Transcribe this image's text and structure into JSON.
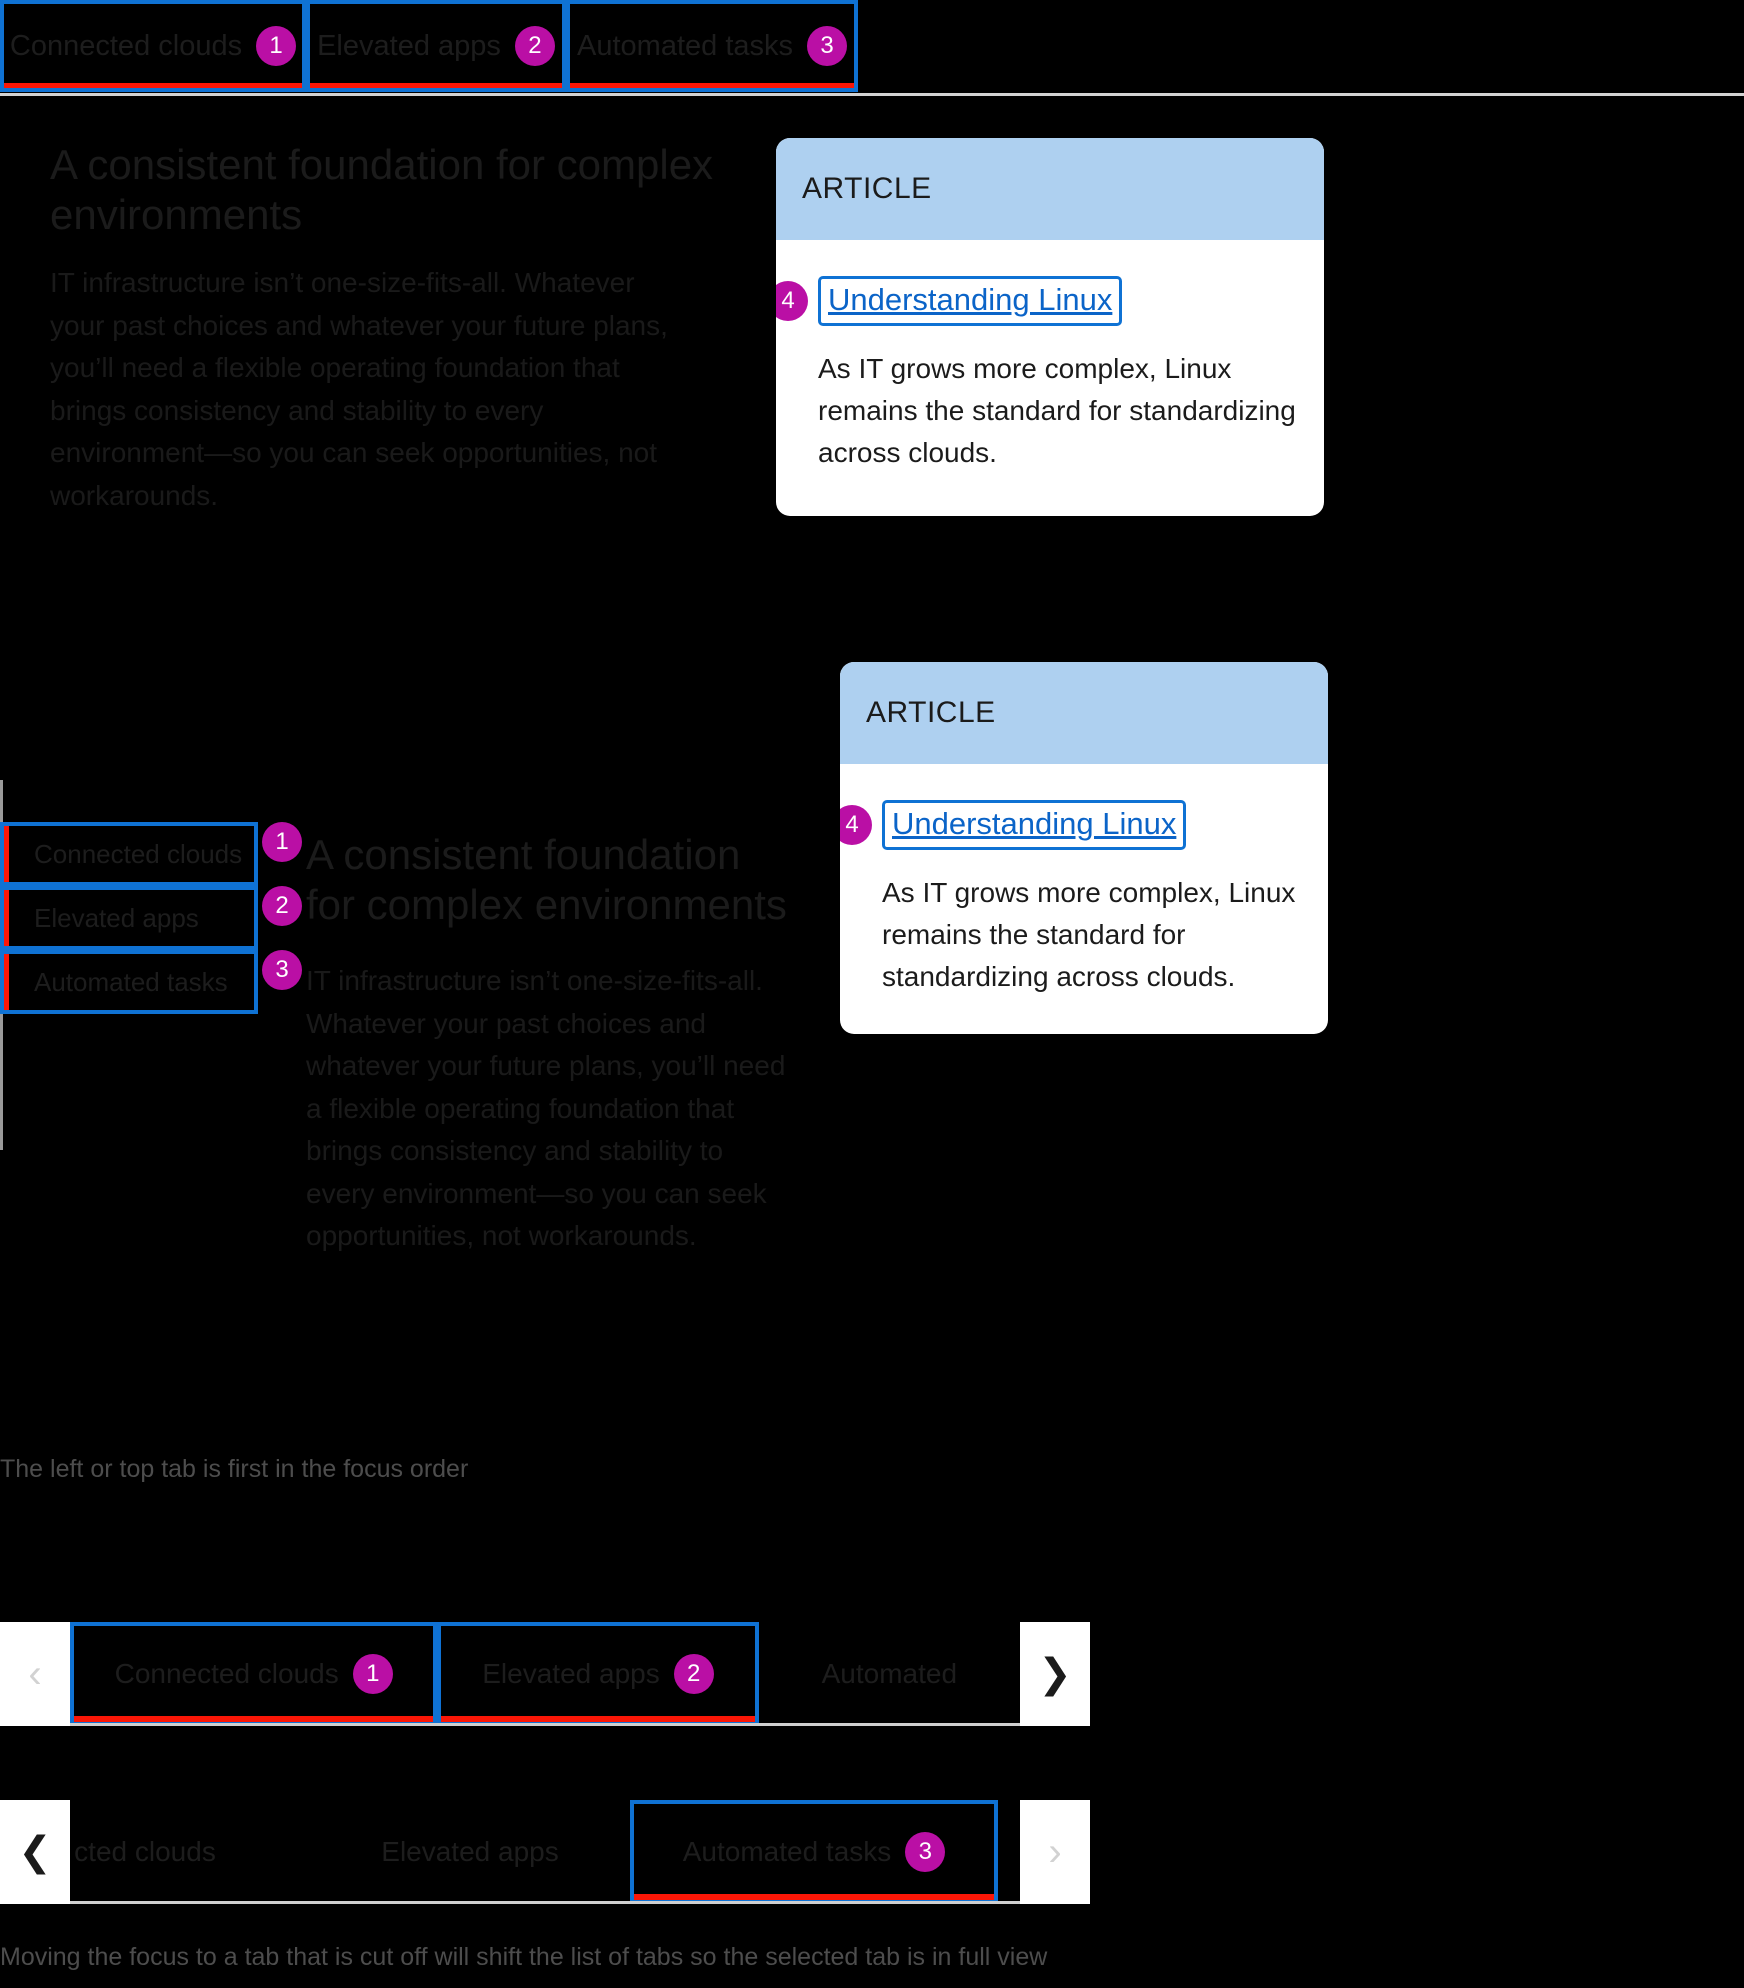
{
  "colors": {
    "background": "#000000",
    "focus_ring": "#0f72d4",
    "active_accent": "#fb1606",
    "badge": "#ba0fa5",
    "card_header": "#aed0f0",
    "card_body": "#ffffff",
    "link": "#0b64c8",
    "divider": "#d2d2d2",
    "caption_text": "#4d4d4d"
  },
  "tabs": {
    "items": [
      {
        "label": "Connected clouds",
        "badge": "1"
      },
      {
        "label": "Elevated apps",
        "badge": "2"
      },
      {
        "label": "Automated tasks",
        "badge": "3"
      }
    ]
  },
  "content": {
    "heading": "A consistent foundation for complex environments",
    "body": "IT infrastructure isn’t one-size-fits-all. Whatever your past choices and whatever your future plans, you’ll need a flexible operating foundation that brings consistency and stability to every environment—so you can seek opportunities, not workarounds."
  },
  "article_card": {
    "eyebrow": "ARTICLE",
    "link_label": "Understanding Linux",
    "link_badge": "4",
    "description": "As IT grows more complex, Linux remains the standard for standardizing across clouds."
  },
  "captions": {
    "focus_order": "The left or top tab is first in the focus order",
    "scroll_shift": "Moving the focus to a tab that is cut off will shift the list of tabs so the selected tab is in full view"
  },
  "scroller_one": {
    "prev_icon": "‹",
    "next_icon": "❯",
    "prev_state": "disabled",
    "next_state": "enabled",
    "tabs": [
      {
        "label": "Connected clouds",
        "badge": "1",
        "focused": true
      },
      {
        "label": "Elevated apps",
        "badge": "2",
        "focused": true
      },
      {
        "label": "Automated",
        "badge": "",
        "focused": false
      }
    ]
  },
  "scroller_two": {
    "prev_icon": "❮",
    "next_icon": "›",
    "prev_state": "enabled",
    "next_state": "disabled",
    "tabs": [
      {
        "label": "cted clouds",
        "badge": "",
        "focused": false
      },
      {
        "label": "Elevated apps",
        "badge": "",
        "focused": false
      },
      {
        "label": "Automated tasks",
        "badge": "3",
        "focused": true
      }
    ]
  }
}
